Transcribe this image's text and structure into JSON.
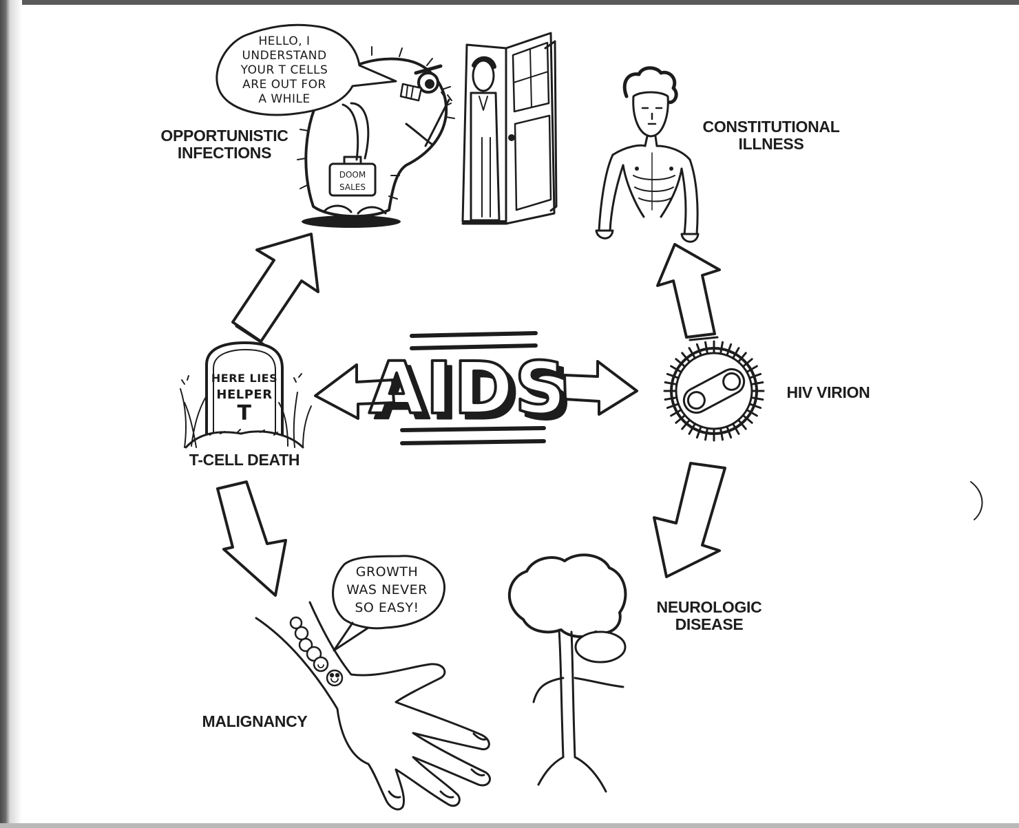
{
  "labels": {
    "opportunistic": [
      "OPPORTUNISTIC",
      "INFECTIONS"
    ],
    "constitutional": [
      "CONSTITUTIONAL",
      "ILLNESS"
    ],
    "hiv": "HIV VIRION",
    "tcell": "T-CELL DEATH",
    "neuro": [
      "NEUROLOGIC",
      "DISEASE"
    ],
    "malignancy": "MALIGNANCY"
  },
  "center_title": "AIDS",
  "speech": {
    "microbe": [
      "HELLO, I",
      "UNDERSTAND",
      "YOUR T CELLS",
      "ARE OUT FOR",
      "A WHILE"
    ],
    "tumor": [
      "GROWTH",
      "WAS NEVER",
      "SO EASY!"
    ]
  },
  "tombstone": {
    "line1": "HERE LIES",
    "line2": "HELPER",
    "line3": "T"
  },
  "briefcase": [
    "DOOM",
    "SALES"
  ],
  "colors": {
    "ink": "#1d1d1d",
    "paper": "#ffffff"
  }
}
